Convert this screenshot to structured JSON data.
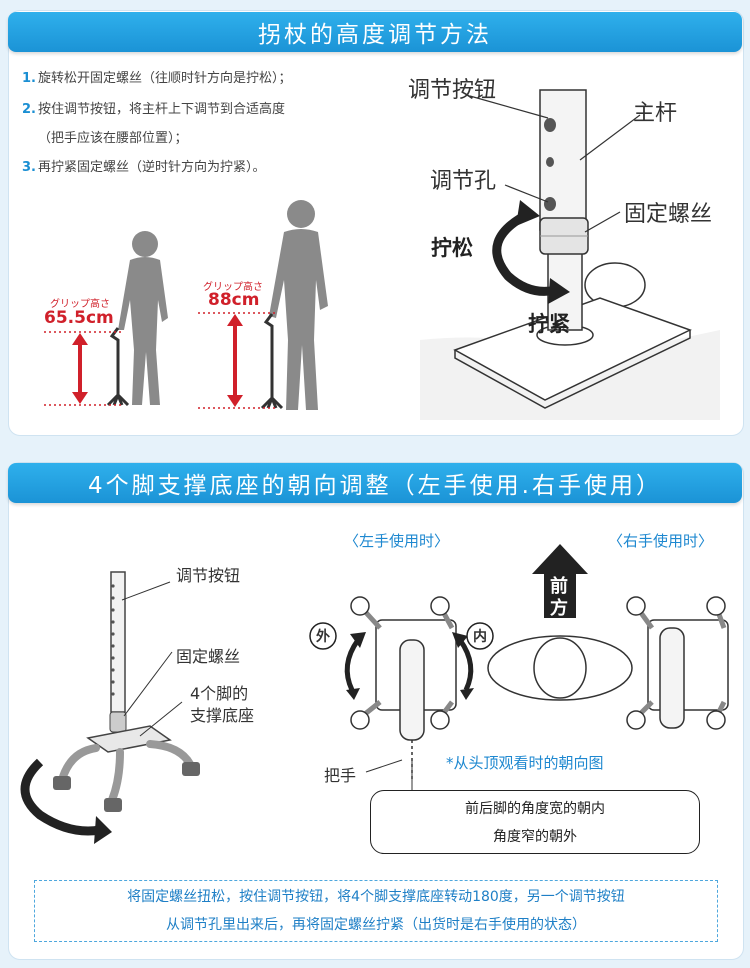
{
  "section1": {
    "title": "拐杖的高度调节方法",
    "steps": [
      {
        "num": "1.",
        "text": "旋转松开固定螺丝（往顺时针方向是拧松）；"
      },
      {
        "num": "2.",
        "text": "按住调节按钮，将主杆上下调节到合适高度"
      },
      {
        "num": "",
        "text": "（把手应该在腰部位置）；"
      },
      {
        "num": "3.",
        "text": "再拧紧固定螺丝（逆时针方向为拧紧）。"
      }
    ],
    "figure_short": {
      "grip_label": "グリップ高さ",
      "height": "65.5cm"
    },
    "figure_tall": {
      "grip_label": "グリップ高さ",
      "height": "88cm"
    },
    "diagram": {
      "adjust_button": "调节按钮",
      "main_pole": "主杆",
      "adjust_hole": "调节孔",
      "fixing_screw": "固定螺丝",
      "loosen": "拧松",
      "tighten": "拧紧"
    }
  },
  "section2": {
    "title": "4个脚支撑底座的朝向调整（左手使用.右手使用）",
    "cane_labels": {
      "adjust_button": "调节按钮",
      "fixing_screw": "固定螺丝",
      "base_line1": "4个脚的",
      "base_line2": "支撑底座"
    },
    "left_use": "〈左手使用时〉",
    "right_use": "〈右手使用时〉",
    "front_line1": "前",
    "front_line2": "方",
    "outer": "外",
    "inner": "内",
    "handle": "把手",
    "top_view_note": "*从头顶观看时的朝向图",
    "callout_line1": "前后脚的角度宽的朝内",
    "callout_line2": "角度窄的朝外",
    "note_line1": "将固定螺丝扭松，按住调节按钮，将4个脚支撑底座转动180度，另一个调节按钮",
    "note_line2": "从调节孔里出来后，再将固定螺丝拧紧（出货时是右手使用的状态）"
  },
  "colors": {
    "title_bar": "#1b93d6",
    "accent_red": "#d0202a",
    "step_number": "#1b8fd3",
    "figure_gray": "#8a8a8a"
  }
}
